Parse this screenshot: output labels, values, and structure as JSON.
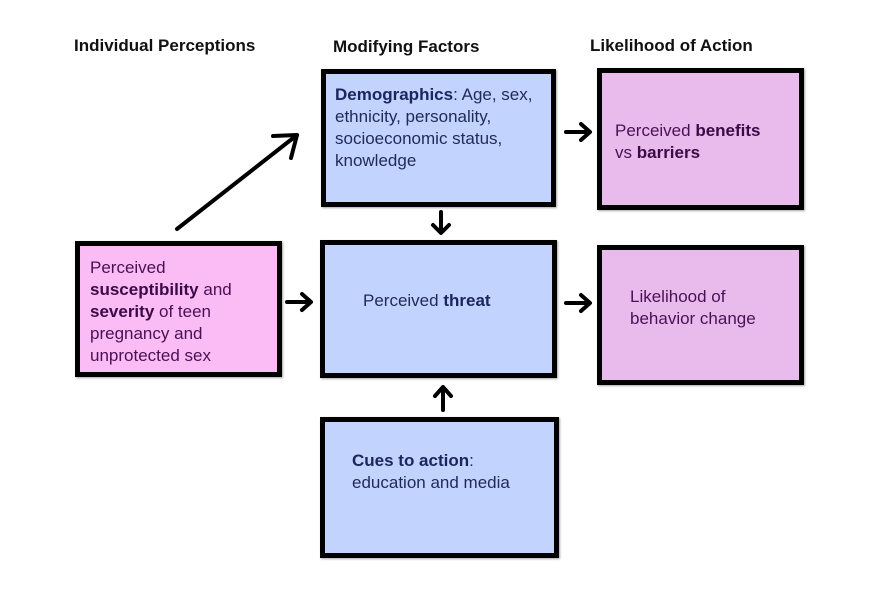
{
  "headers": {
    "individual": "Individual Perceptions",
    "modifying": "Modifying Factors",
    "likelihood": "Likelihood of Action"
  },
  "boxes": {
    "individual": {
      "pre": "Perceived ",
      "b1": "susceptibility",
      "mid1": " and ",
      "b2": "severity",
      "post": " of teen pregnancy and unprotected sex"
    },
    "demographics": {
      "bold": "Demographics",
      "rest": ": Age, sex, ethnicity, personality, socioeconomic status, knowledge"
    },
    "threat": {
      "pre": "Perceived ",
      "bold": "threat"
    },
    "cues": {
      "bold": "Cues to action",
      "colon": ":",
      "rest": "education and media"
    },
    "benefits": {
      "pre": "Perceived ",
      "b1": "benefits",
      "mid": "vs ",
      "b2": "barriers"
    },
    "behavior": {
      "text": "Likelihood of behavior change"
    }
  },
  "colors": {
    "individual_fill": "#fbbbf5",
    "modifying_fill": "#c2d3fd",
    "likelihood_fill": "#e8bbec",
    "border": "#000000"
  }
}
